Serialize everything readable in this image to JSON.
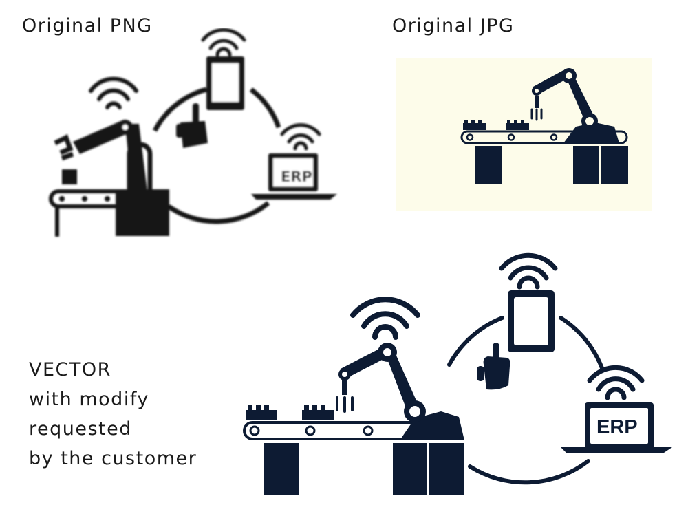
{
  "labels": {
    "original_png": "Original PNG",
    "original_jpg": "Original JPG",
    "vector": [
      "VECTOR",
      "with modify",
      "requested",
      "by the customer"
    ]
  },
  "panel_texts": {
    "png_laptop_text": "ERP",
    "vector_laptop_text": "ERP"
  },
  "colors": {
    "png_ink": "#141414",
    "vector_ink": "#0d1b33",
    "jpg_background": "#fdfcea"
  },
  "icons": [
    "robot-arm-icon",
    "conveyor-belt-icon",
    "wifi-icon",
    "tablet-icon",
    "hand-pointer-icon",
    "laptop-icon"
  ]
}
